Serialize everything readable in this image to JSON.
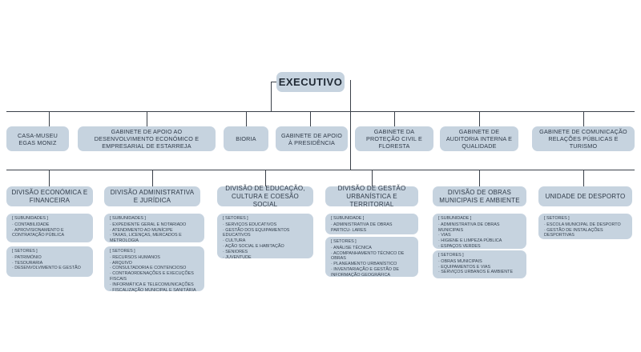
{
  "root": {
    "label": "EXECUTIVO"
  },
  "top_units": [
    {
      "label": "CASA-MUSEU EGAS MONIZ"
    },
    {
      "label": "GABINETE DE APOIO AO DESENVOLVIMENTO ECONÓMICO E EMPRESARIAL DE ESTARREJA"
    },
    {
      "label": "BIORIA"
    },
    {
      "label": "GABINETE DE APOIO À PRESIDÊNCIA"
    },
    {
      "label": "GABINETE DA PROTEÇÃO CIVIL E FLORESTA"
    },
    {
      "label": "GABINETE DE AUDITORIA INTERNA E QUALIDADE"
    },
    {
      "label": "GABINETE DE COMUNICAÇÃO RELAÇÕES PÚBLICAS E TURISMO"
    }
  ],
  "divisions": [
    {
      "label": "DIVISÃO ECONÓMICA E FINANCEIRA",
      "groups": [
        {
          "header": "[ SUBUNIDADES ]",
          "items": [
            "CONTABILIDADE",
            "APROVISIONAMENTO E CONTRATAÇÃO PÚBLICA"
          ]
        },
        {
          "header": "[ SETORES ]",
          "items": [
            "PATRIMÓNIO",
            "TESOURARIA",
            "DESENVOLVIMENTO E GESTÃO"
          ]
        }
      ]
    },
    {
      "label": "DIVISÃO ADMINISTRATIVA E JURÍDICA",
      "groups": [
        {
          "header": "[ SUBUNIDADES ]",
          "items": [
            "EXPEDIENTE GERAL E NOTARIADO",
            "ATENDIMENTO AO MUNÍCIPE",
            "TAXAS, LICENÇAS, MERCADOS E METROLOGIA"
          ]
        },
        {
          "header": "[ SETORES ]",
          "items": [
            "RECURSOS HUMANOS",
            "ARQUIVO",
            "CONSULTADORIA E CONTENCIOSO",
            "CONTRAORDENAÇÕES E EXECUÇÕES FISCAIS",
            "INFORMÁTICA E TELECOMUNICAÇÕES",
            "FISCALIZAÇÃO MUNICIPAL E SANITÁRIA"
          ]
        }
      ]
    },
    {
      "label": "DIVISÃO DE EDUCAÇÃO, CULTURA E COESÃO SOCIAL",
      "groups": [
        {
          "header": "[ SETORES ]",
          "items": [
            "SERVIÇOS EDUCATIVOS",
            "GESTÃO DOS EQUIPAMENTOS EDUCATIVOS",
            "CULTURA",
            "AÇÃO SOCIAL E HABITAÇÃO",
            "SENIORES",
            "JUVENTUDE"
          ]
        }
      ]
    },
    {
      "label": "DIVISÃO DE GESTÃO URBANÍSTICA E TERRITORIAL",
      "groups": [
        {
          "header": "[ SUBUNIDADE ]",
          "items": [
            "ADMINISTRATIVA DE OBRAS PARTICU- LARES"
          ]
        },
        {
          "header": "[ SETORES ]",
          "items": [
            "ANÁLISE TÉCNICA",
            "ACOMPANHAMENTO TÉCNICO DE OBRAS",
            "PLANEAMENTO URBANÍSTICO",
            "INVENTARIAÇÃO E GESTÃO DE INFORMAÇÃO GEOGRÁFICA"
          ]
        }
      ]
    },
    {
      "label": "DIVISÃO DE OBRAS MUNICIPAIS E AMBIENTE",
      "groups": [
        {
          "header": "[ SUBUNIDADE ]",
          "items": [
            "ADMINISTRATIVA DE OBRAS MUNICIPAIS",
            "VIAS",
            "HIGIENE E LIMPEZA PÚBLICA",
            "ESPAÇOS VERDES"
          ]
        },
        {
          "header": "[ SETORES ]",
          "items": [
            "OBRAS MUNICIPAIS",
            "EQUIPAMENTOS E VIAS",
            "SERVIÇOS URBANOS E AMBIENTE"
          ]
        }
      ]
    },
    {
      "label": "UNIDADE DE DESPORTO",
      "groups": [
        {
          "header": "[ SETORES ]",
          "items": [
            "ESCOLA MUNICIPAL DE DESPORTO",
            "GESTÃO DE INSTALAÇÕES DESPORTIVAS"
          ]
        }
      ]
    }
  ]
}
